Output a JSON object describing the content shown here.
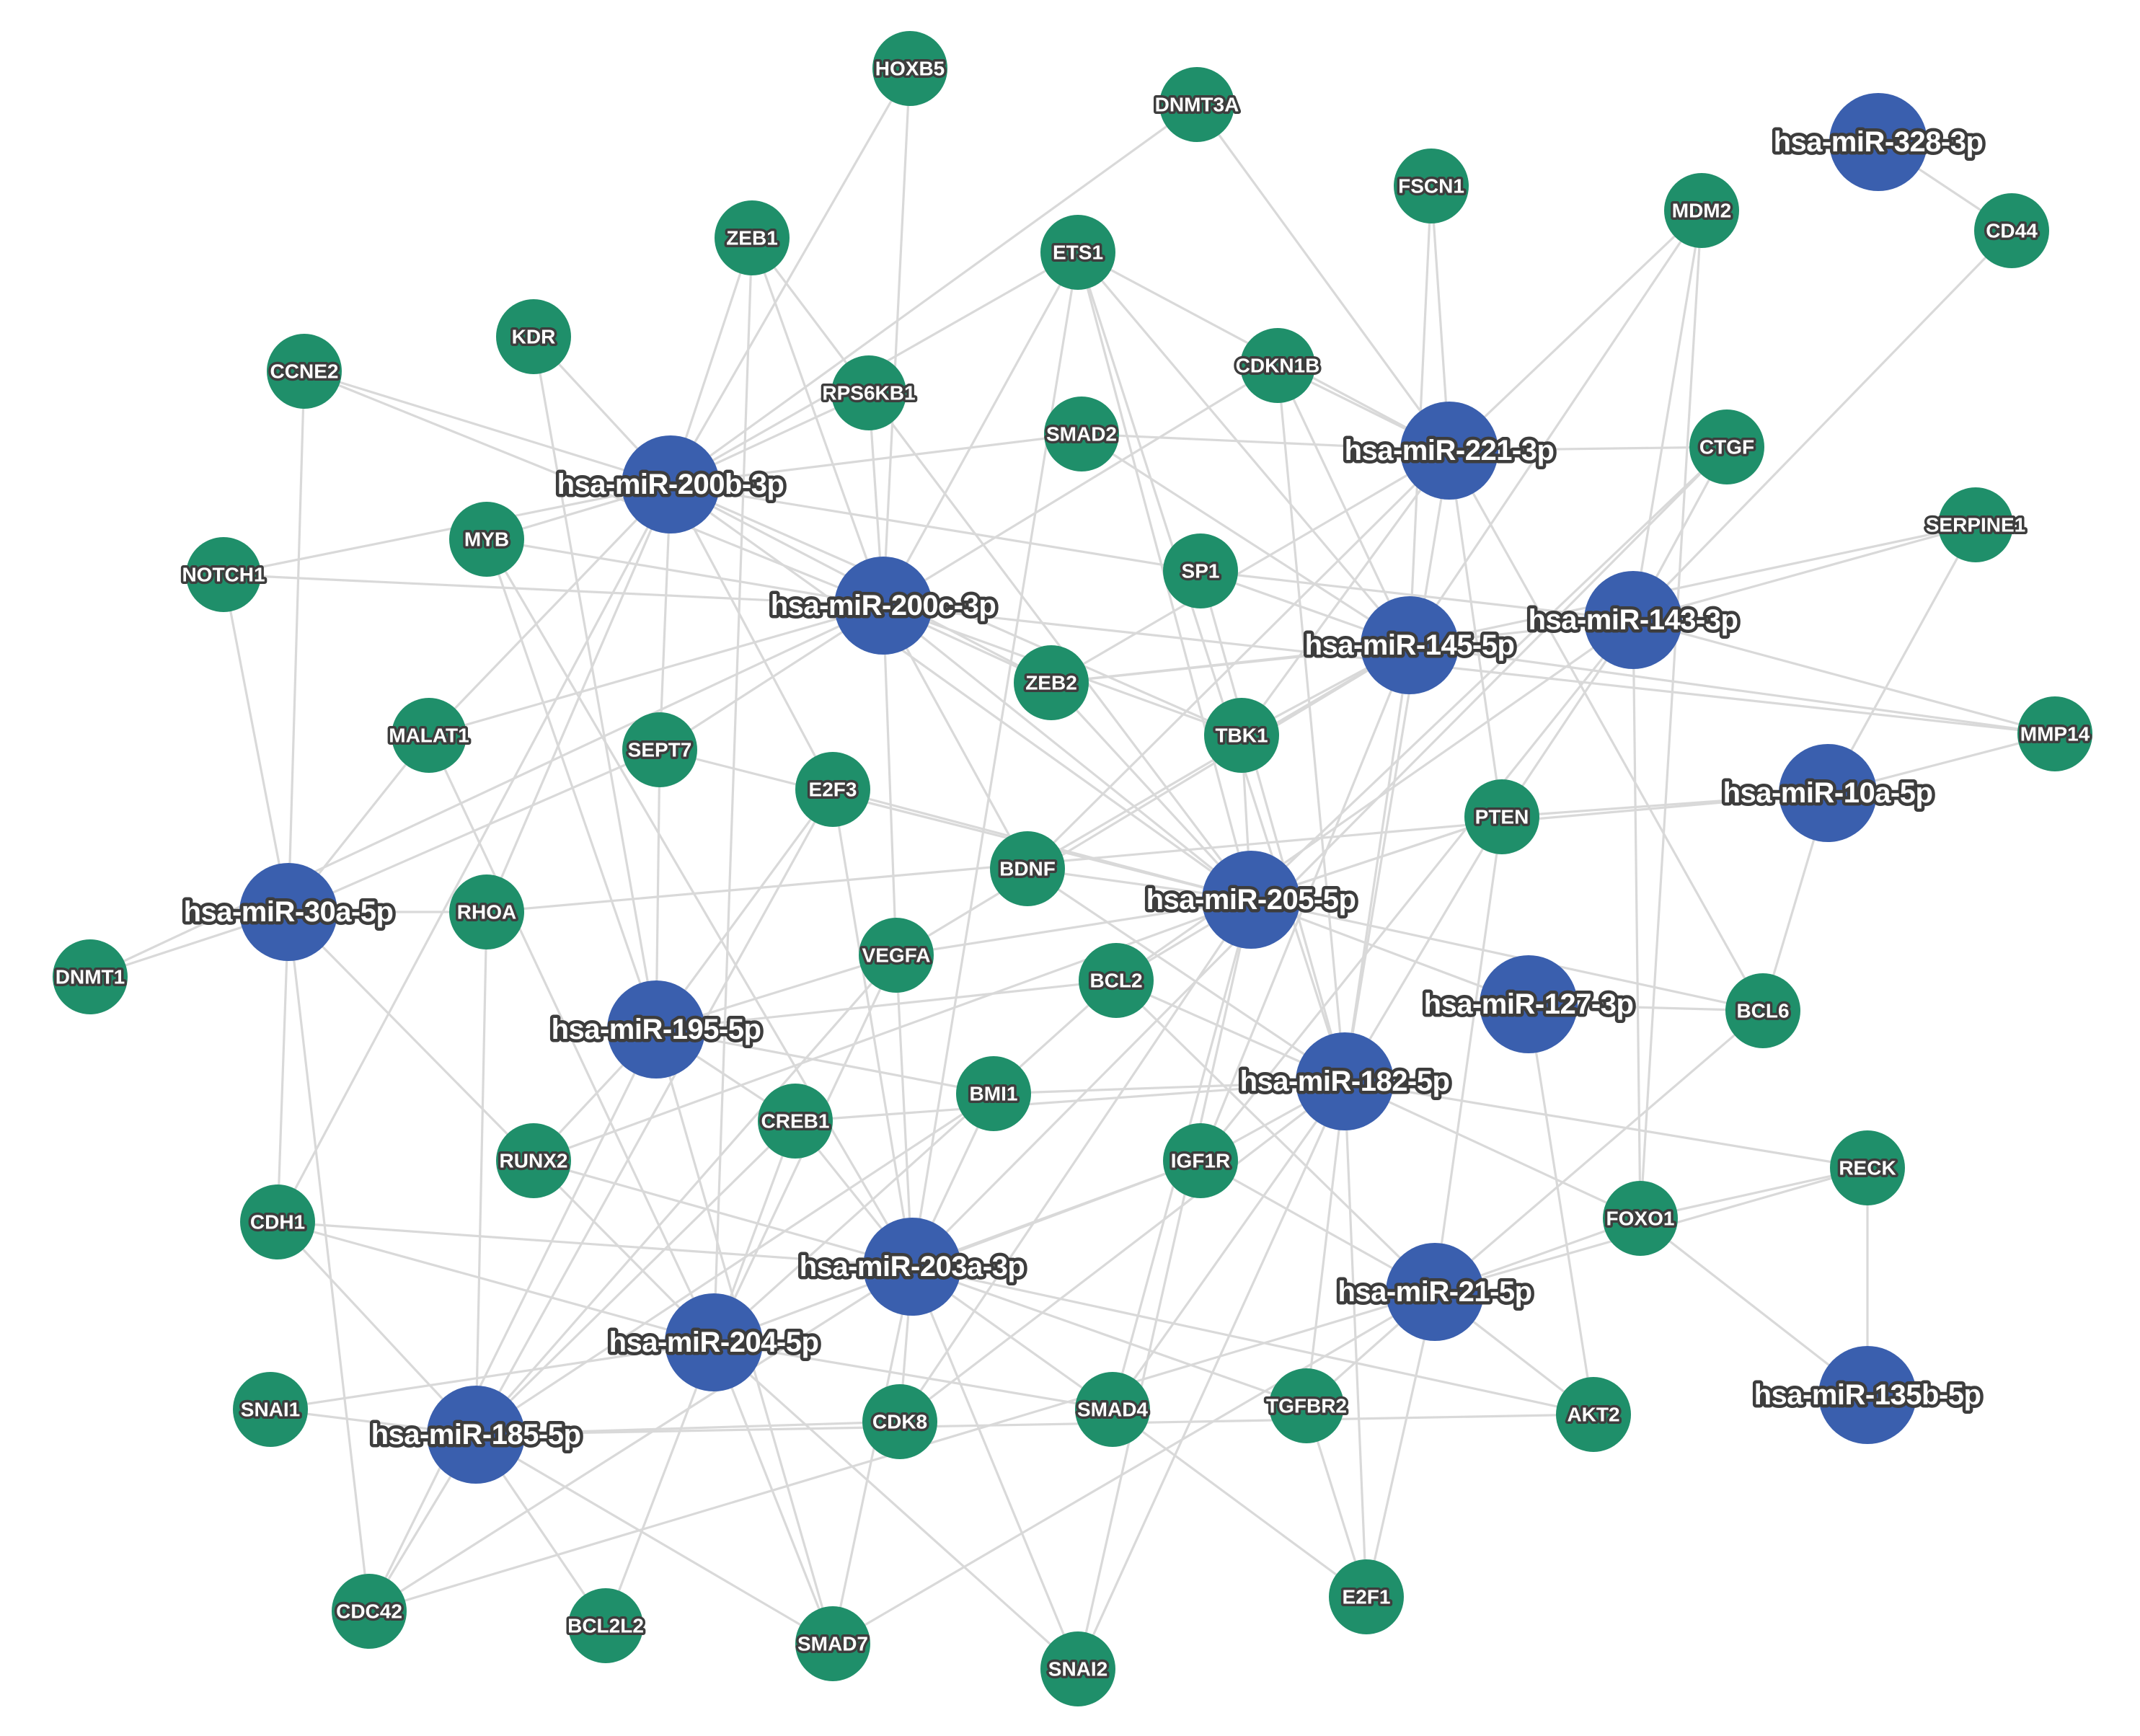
{
  "colors": {
    "mirna": "#3a5fae",
    "gene": "#1f8f6a",
    "edge": "#d9d9d9",
    "label_outline": "#3d3d3d"
  },
  "mirnas": [
    {
      "id": "m200b",
      "label": "hsa-miR-200b-3p"
    },
    {
      "id": "m200c",
      "label": "hsa-miR-200c-3p"
    },
    {
      "id": "m221",
      "label": "hsa-miR-221-3p"
    },
    {
      "id": "m328",
      "label": "hsa-miR-328-3p"
    },
    {
      "id": "m145",
      "label": "hsa-miR-145-5p"
    },
    {
      "id": "m143",
      "label": "hsa-miR-143-3p"
    },
    {
      "id": "m10a",
      "label": "hsa-miR-10a-5p"
    },
    {
      "id": "m205",
      "label": "hsa-miR-205-5p"
    },
    {
      "id": "m30a",
      "label": "hsa-miR-30a-5p"
    },
    {
      "id": "m195",
      "label": "hsa-miR-195-5p"
    },
    {
      "id": "m127",
      "label": "hsa-miR-127-3p"
    },
    {
      "id": "m182",
      "label": "hsa-miR-182-5p"
    },
    {
      "id": "m203",
      "label": "hsa-miR-203a-3p"
    },
    {
      "id": "m21",
      "label": "hsa-miR-21-5p"
    },
    {
      "id": "m204",
      "label": "hsa-miR-204-5p"
    },
    {
      "id": "m135",
      "label": "hsa-miR-135b-5p"
    },
    {
      "id": "m185",
      "label": "hsa-miR-185-5p"
    }
  ],
  "genes": [
    {
      "id": "HOXB5",
      "label": "HOXB5"
    },
    {
      "id": "DNMT3A",
      "label": "DNMT3A"
    },
    {
      "id": "FSCN1",
      "label": "FSCN1"
    },
    {
      "id": "MDM2",
      "label": "MDM2"
    },
    {
      "id": "CD44",
      "label": "CD44"
    },
    {
      "id": "ZEB1",
      "label": "ZEB1"
    },
    {
      "id": "ETS1",
      "label": "ETS1"
    },
    {
      "id": "KDR",
      "label": "KDR"
    },
    {
      "id": "CCNE2",
      "label": "CCNE2"
    },
    {
      "id": "RPS6KB1",
      "label": "RPS6KB1"
    },
    {
      "id": "CDKN1B",
      "label": "CDKN1B"
    },
    {
      "id": "SMAD2",
      "label": "SMAD2"
    },
    {
      "id": "CTGF",
      "label": "CTGF"
    },
    {
      "id": "MYB",
      "label": "MYB"
    },
    {
      "id": "SERPINE1",
      "label": "SERPINE1"
    },
    {
      "id": "NOTCH1",
      "label": "NOTCH1"
    },
    {
      "id": "SP1",
      "label": "SP1"
    },
    {
      "id": "ZEB2",
      "label": "ZEB2"
    },
    {
      "id": "MALAT1",
      "label": "MALAT1"
    },
    {
      "id": "SEPT7",
      "label": "SEPT7"
    },
    {
      "id": "TBK1",
      "label": "TBK1"
    },
    {
      "id": "MMP14",
      "label": "MMP14"
    },
    {
      "id": "E2F3",
      "label": "E2F3"
    },
    {
      "id": "PTEN",
      "label": "PTEN"
    },
    {
      "id": "BDNF",
      "label": "BDNF"
    },
    {
      "id": "RHOA",
      "label": "RHOA"
    },
    {
      "id": "DNMT1",
      "label": "DNMT1"
    },
    {
      "id": "VEGFA",
      "label": "VEGFA"
    },
    {
      "id": "BCL2",
      "label": "BCL2"
    },
    {
      "id": "BCL6",
      "label": "BCL6"
    },
    {
      "id": "BMI1",
      "label": "BMI1"
    },
    {
      "id": "CREB1",
      "label": "CREB1"
    },
    {
      "id": "RUNX2",
      "label": "RUNX2"
    },
    {
      "id": "IGF1R",
      "label": "IGF1R"
    },
    {
      "id": "RECK",
      "label": "RECK"
    },
    {
      "id": "FOXO1",
      "label": "FOXO1"
    },
    {
      "id": "CDH1",
      "label": "CDH1"
    },
    {
      "id": "SNAI1",
      "label": "SNAI1"
    },
    {
      "id": "CDK8",
      "label": "CDK8"
    },
    {
      "id": "SMAD4",
      "label": "SMAD4"
    },
    {
      "id": "TGFBR2",
      "label": "TGFBR2"
    },
    {
      "id": "AKT2",
      "label": "AKT2"
    },
    {
      "id": "CDC42",
      "label": "CDC42"
    },
    {
      "id": "BCL2L2",
      "label": "BCL2L2"
    },
    {
      "id": "SMAD7",
      "label": "SMAD7"
    },
    {
      "id": "SNAI2",
      "label": "SNAI2"
    },
    {
      "id": "E2F1",
      "label": "E2F1"
    }
  ],
  "edges": [
    [
      "m200b",
      "ZEB1"
    ],
    [
      "m200b",
      "KDR"
    ],
    [
      "m200b",
      "CCNE2"
    ],
    [
      "m200b",
      "RPS6KB1"
    ],
    [
      "m200b",
      "MYB"
    ],
    [
      "m200b",
      "NOTCH1"
    ],
    [
      "m200b",
      "ETS1"
    ],
    [
      "m200b",
      "DNMT3A"
    ],
    [
      "m200b",
      "HOXB5"
    ],
    [
      "m200b",
      "SP1"
    ],
    [
      "m200b",
      "E2F3"
    ],
    [
      "m200b",
      "RHOA"
    ],
    [
      "m200b",
      "MALAT1"
    ],
    [
      "m200b",
      "SEPT7"
    ],
    [
      "m200b",
      "ZEB2"
    ],
    [
      "m200b",
      "TBK1"
    ],
    [
      "m200b",
      "CDH1"
    ],
    [
      "m200b",
      "m205"
    ],
    [
      "m200b",
      "SMAD2"
    ],
    [
      "m200c",
      "ZEB1"
    ],
    [
      "m200c",
      "HOXB5"
    ],
    [
      "m200c",
      "RPS6KB1"
    ],
    [
      "m200c",
      "NOTCH1"
    ],
    [
      "m200c",
      "CCNE2"
    ],
    [
      "m200c",
      "ETS1"
    ],
    [
      "m200c",
      "CDKN1B"
    ],
    [
      "m200c",
      "MYB"
    ],
    [
      "m200c",
      "ZEB2"
    ],
    [
      "m200c",
      "MALAT1"
    ],
    [
      "m200c",
      "BDNF"
    ],
    [
      "m200c",
      "TBK1"
    ],
    [
      "m200c",
      "m205"
    ],
    [
      "m200c",
      "SEPT7"
    ],
    [
      "m200c",
      "MMP14"
    ],
    [
      "m200c",
      "VEGFA"
    ],
    [
      "m200c",
      "DNMT1"
    ],
    [
      "m221",
      "DNMT3A"
    ],
    [
      "m221",
      "FSCN1"
    ],
    [
      "m221",
      "MDM2"
    ],
    [
      "m221",
      "CDKN1B"
    ],
    [
      "m221",
      "ETS1"
    ],
    [
      "m221",
      "PTEN"
    ],
    [
      "m221",
      "CTGF"
    ],
    [
      "m221",
      "ZEB2"
    ],
    [
      "m221",
      "SMAD2"
    ],
    [
      "m221",
      "BCL6"
    ],
    [
      "m221",
      "m182"
    ],
    [
      "m221",
      "TBK1"
    ],
    [
      "m221",
      "BDNF"
    ],
    [
      "m328",
      "CD44"
    ],
    [
      "m145",
      "FSCN1"
    ],
    [
      "m145",
      "MDM2"
    ],
    [
      "m145",
      "CDKN1B"
    ],
    [
      "m145",
      "SP1"
    ],
    [
      "m145",
      "ZEB2"
    ],
    [
      "m145",
      "SERPINE1"
    ],
    [
      "m145",
      "TBK1"
    ],
    [
      "m145",
      "BDNF"
    ],
    [
      "m145",
      "VEGFA"
    ],
    [
      "m145",
      "m182"
    ],
    [
      "m145",
      "IGF1R"
    ],
    [
      "m145",
      "MMP14"
    ],
    [
      "m145",
      "SMAD2"
    ],
    [
      "m145",
      "ETS1"
    ],
    [
      "m143",
      "CTGF"
    ],
    [
      "m143",
      "MDM2"
    ],
    [
      "m143",
      "SERPINE1"
    ],
    [
      "m143",
      "MMP14"
    ],
    [
      "m143",
      "PTEN"
    ],
    [
      "m143",
      "FOXO1"
    ],
    [
      "m143",
      "BCL2"
    ],
    [
      "m143",
      "ZEB2"
    ],
    [
      "m143",
      "CD44"
    ],
    [
      "m143",
      "IGF1R"
    ],
    [
      "m143",
      "SP1"
    ],
    [
      "m10a",
      "SERPINE1"
    ],
    [
      "m10a",
      "MMP14"
    ],
    [
      "m10a",
      "PTEN"
    ],
    [
      "m10a",
      "BCL6"
    ],
    [
      "m10a",
      "RHOA"
    ],
    [
      "m205",
      "E2F3"
    ],
    [
      "m205",
      "BDNF"
    ],
    [
      "m205",
      "ZEB2"
    ],
    [
      "m205",
      "BCL2"
    ],
    [
      "m205",
      "VEGFA"
    ],
    [
      "m205",
      "TBK1"
    ],
    [
      "m205",
      "ZEB1"
    ],
    [
      "m205",
      "ETS1"
    ],
    [
      "m205",
      "BCL6"
    ],
    [
      "m205",
      "m127"
    ],
    [
      "m205",
      "PTEN"
    ],
    [
      "m205",
      "SMAD4"
    ],
    [
      "m205",
      "CDK8"
    ],
    [
      "m205",
      "RUNX2"
    ],
    [
      "m205",
      "SNAI2"
    ],
    [
      "m205",
      "CTGF"
    ],
    [
      "m205",
      "SEPT7"
    ],
    [
      "m30a",
      "DNMT1"
    ],
    [
      "m30a",
      "NOTCH1"
    ],
    [
      "m30a",
      "CCNE2"
    ],
    [
      "m30a",
      "CDH1"
    ],
    [
      "m30a",
      "SEPT7"
    ],
    [
      "m30a",
      "RUNX2"
    ],
    [
      "m30a",
      "CDC42"
    ],
    [
      "m30a",
      "MALAT1"
    ],
    [
      "m30a",
      "RHOA"
    ],
    [
      "m195",
      "CREB1"
    ],
    [
      "m195",
      "BCL2"
    ],
    [
      "m195",
      "VEGFA"
    ],
    [
      "m195",
      "E2F3"
    ],
    [
      "m195",
      "CDC42"
    ],
    [
      "m195",
      "SMAD7"
    ],
    [
      "m195",
      "KDR"
    ],
    [
      "m195",
      "MYB"
    ],
    [
      "m195",
      "BMI1"
    ],
    [
      "m195",
      "RUNX2"
    ],
    [
      "m195",
      "SEPT7"
    ],
    [
      "m127",
      "BCL6"
    ],
    [
      "m127",
      "AKT2"
    ],
    [
      "m182",
      "BMI1"
    ],
    [
      "m182",
      "IGF1R"
    ],
    [
      "m182",
      "RECK"
    ],
    [
      "m182",
      "FOXO1"
    ],
    [
      "m182",
      "BCL2"
    ],
    [
      "m182",
      "TGFBR2"
    ],
    [
      "m182",
      "SMAD4"
    ],
    [
      "m182",
      "CDK8"
    ],
    [
      "m182",
      "PTEN"
    ],
    [
      "m182",
      "CREB1"
    ],
    [
      "m182",
      "E2F1"
    ],
    [
      "m182",
      "BDNF"
    ],
    [
      "m182",
      "CDKN1B"
    ],
    [
      "m182",
      "SNAI2"
    ],
    [
      "m182",
      "SP1"
    ],
    [
      "m182",
      "ETS1"
    ],
    [
      "m203",
      "BMI1"
    ],
    [
      "m203",
      "CREB1"
    ],
    [
      "m203",
      "SNAI2"
    ],
    [
      "m203",
      "CDK8"
    ],
    [
      "m203",
      "SMAD4"
    ],
    [
      "m203",
      "VEGFA"
    ],
    [
      "m203",
      "CDH1"
    ],
    [
      "m203",
      "TGFBR2"
    ],
    [
      "m203",
      "AKT2"
    ],
    [
      "m203",
      "RUNX2"
    ],
    [
      "m203",
      "SMAD7"
    ],
    [
      "m203",
      "E2F3"
    ],
    [
      "m203",
      "CTGF"
    ],
    [
      "m203",
      "IGF1R"
    ],
    [
      "m203",
      "ETS1"
    ],
    [
      "m203",
      "MYB"
    ],
    [
      "m203",
      "CDC42"
    ],
    [
      "m21",
      "FOXO1"
    ],
    [
      "m21",
      "IGF1R"
    ],
    [
      "m21",
      "TGFBR2"
    ],
    [
      "m21",
      "E2F1"
    ],
    [
      "m21",
      "AKT2"
    ],
    [
      "m21",
      "SMAD7"
    ],
    [
      "m21",
      "PTEN"
    ],
    [
      "m21",
      "BCL6"
    ],
    [
      "m21",
      "RECK"
    ],
    [
      "m21",
      "CDC42"
    ],
    [
      "m21",
      "BCL2"
    ],
    [
      "m204",
      "SNAI1"
    ],
    [
      "m204",
      "CDH1"
    ],
    [
      "m204",
      "BCL2L2"
    ],
    [
      "m204",
      "SMAD7"
    ],
    [
      "m204",
      "RUNX2"
    ],
    [
      "m204",
      "SNAI2"
    ],
    [
      "m204",
      "CREB1"
    ],
    [
      "m204",
      "SMAD4"
    ],
    [
      "m204",
      "BCL2"
    ],
    [
      "m204",
      "MALAT1"
    ],
    [
      "m204",
      "ZEB1"
    ],
    [
      "m204",
      "VEGFA"
    ],
    [
      "m204",
      "IGF1R"
    ],
    [
      "m135",
      "RECK"
    ],
    [
      "m135",
      "FOXO1"
    ],
    [
      "m185",
      "SNAI1"
    ],
    [
      "m185",
      "CDC42"
    ],
    [
      "m185",
      "BCL2L2"
    ],
    [
      "m185",
      "SMAD7"
    ],
    [
      "m185",
      "CDK8"
    ],
    [
      "m185",
      "VEGFA"
    ],
    [
      "m185",
      "RHOA"
    ],
    [
      "m185",
      "CDH1"
    ],
    [
      "m185",
      "AKT2"
    ],
    [
      "m185",
      "E2F3"
    ],
    [
      "m185",
      "BMI1"
    ],
    [
      "m185",
      "CREB1"
    ],
    [
      "RECK",
      "FOXO1"
    ],
    [
      "TGFBR2",
      "E2F1"
    ],
    [
      "SMAD4",
      "E2F1"
    ],
    [
      "PTEN",
      "m205"
    ],
    [
      "FOXO1",
      "MDM2"
    ]
  ]
}
